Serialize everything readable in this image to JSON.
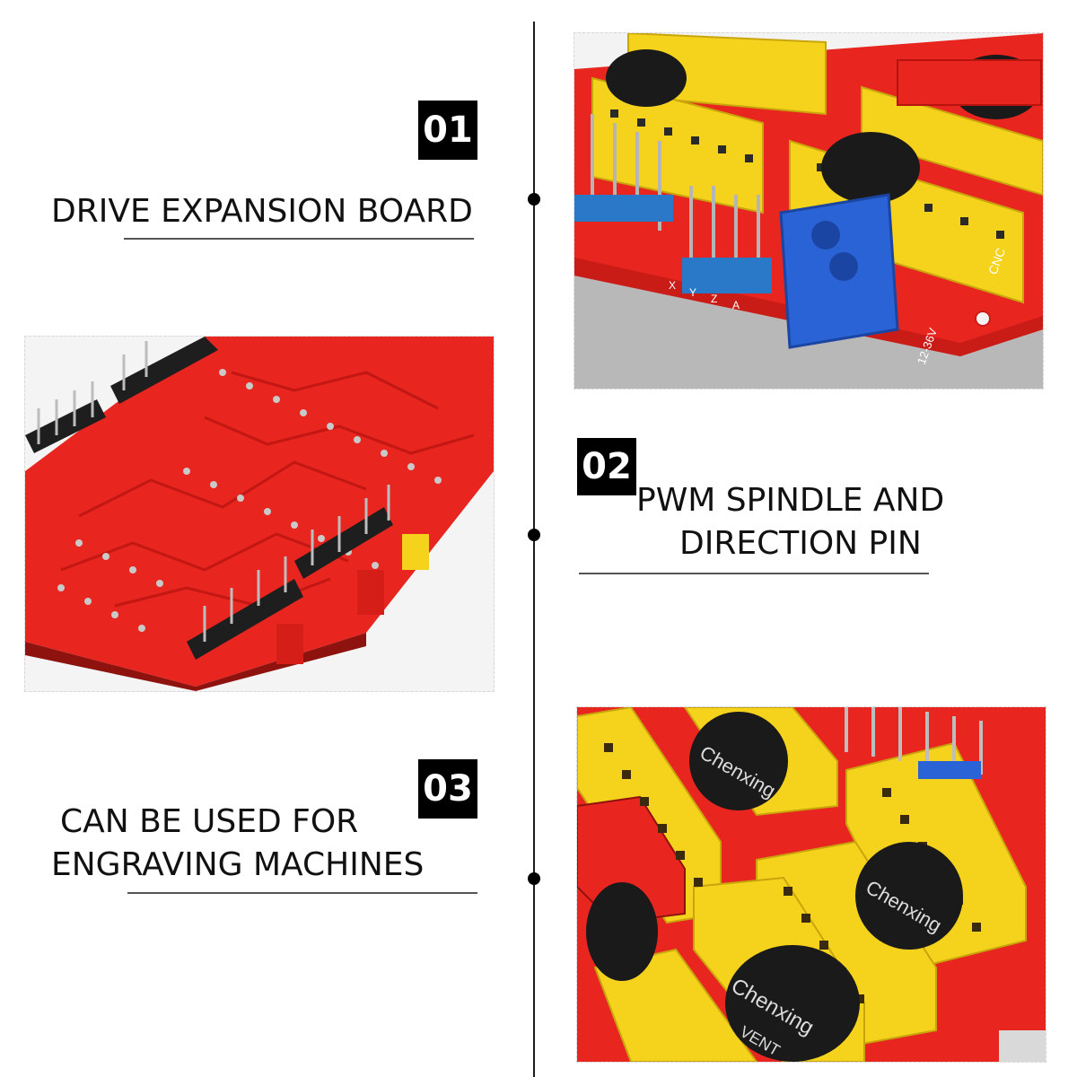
{
  "features": [
    {
      "number": "01",
      "title": "DRIVE EXPANSION BOARD"
    },
    {
      "number": "02",
      "title_lines": [
        "PWM SPINDLE AND",
        "DIRECTION PIN"
      ]
    },
    {
      "number": "03",
      "title_lines": [
        "CAN BE USED FOR",
        "ENGRAVING MACHINES"
      ]
    }
  ],
  "photos": {
    "photo_1": {
      "board_labels": [
        "CNC",
        "12-36V",
        "X",
        "Y",
        "Z",
        "A"
      ]
    },
    "photo_2": {},
    "photo_3": {
      "capacitor_brand": "Chenxing",
      "capacitor_mark": "VENT"
    }
  },
  "colors": {
    "pcb_red": "#e8251f",
    "header_yellow": "#f5d21c",
    "terminal_blue": "#2a63d6",
    "capacitor_black": "#1a1a1a"
  }
}
